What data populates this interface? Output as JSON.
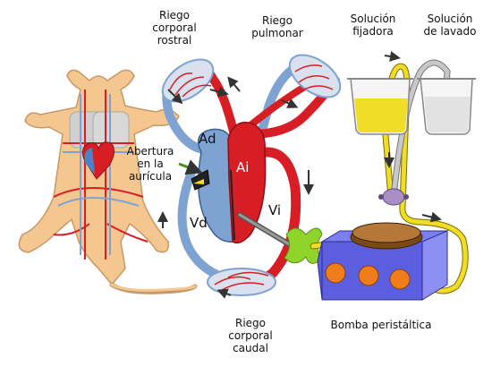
{
  "labels": {
    "riego_rostral": "Riego\ncorporal\nrostral",
    "riego_pulmonar": "Riego\npulmonar",
    "sol_fijadora": "Solución\nfijadora",
    "sol_lavado": "Solución\nde lavado",
    "abertura": "Abertura\nen la\naurícula",
    "riego_caudal": "Riego\ncorporal\ncaudal",
    "bomba": "Bomba peristáltica"
  },
  "chambers": {
    "ad": "Ad",
    "ai": "Ai",
    "vd": "Vd",
    "vi": "Vi"
  },
  "colors": {
    "venous_blue": "#7ea3d2",
    "arterial_red": "#d81e25",
    "fixative_yellow": "#f1dd26",
    "wash_gray": "#c8c8c8",
    "clamp_green": "#8fd42a",
    "pump_blue": "#5c5ee0",
    "pump_orange": "#f07d1b",
    "animal_skin": "#f3c78f"
  }
}
